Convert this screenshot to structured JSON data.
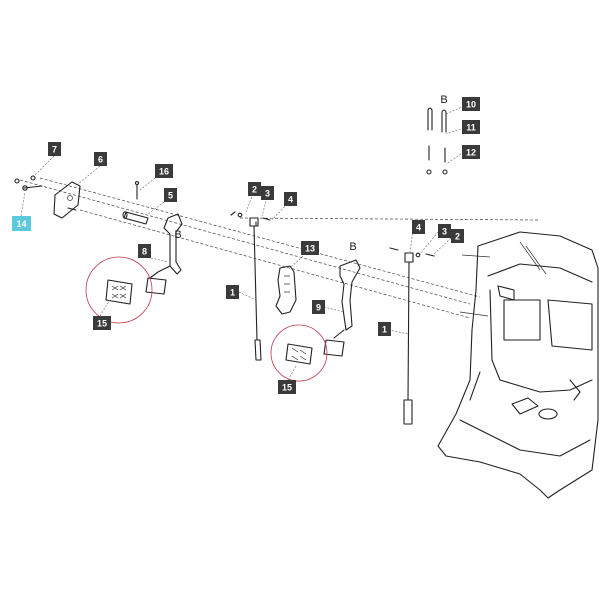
{
  "diagram": {
    "callouts": [
      {
        "id": "c7",
        "label": "7"
      },
      {
        "id": "c6",
        "label": "6"
      },
      {
        "id": "c16",
        "label": "16"
      },
      {
        "id": "c5",
        "label": "5"
      },
      {
        "id": "c14",
        "label": "14",
        "highlighted": true
      },
      {
        "id": "c8",
        "label": "8"
      },
      {
        "id": "c15a",
        "label": "15"
      },
      {
        "id": "c2a",
        "label": "2"
      },
      {
        "id": "c3a",
        "label": "3"
      },
      {
        "id": "c4a",
        "label": "4"
      },
      {
        "id": "c13",
        "label": "13"
      },
      {
        "id": "c1a",
        "label": "1"
      },
      {
        "id": "c9",
        "label": "9"
      },
      {
        "id": "c15b",
        "label": "15"
      },
      {
        "id": "c10",
        "label": "10"
      },
      {
        "id": "c11",
        "label": "11"
      },
      {
        "id": "c12",
        "label": "12"
      },
      {
        "id": "c4b",
        "label": "4"
      },
      {
        "id": "c3b",
        "label": "3"
      },
      {
        "id": "c2b",
        "label": "2"
      },
      {
        "id": "c1b",
        "label": "1"
      }
    ],
    "letters": [
      {
        "id": "lB1",
        "label": "B"
      },
      {
        "id": "lB2",
        "label": "B"
      },
      {
        "id": "lB3",
        "label": "B"
      }
    ],
    "colors": {
      "callout_bg": "#3a3a3a",
      "callout_highlight_bg": "#5bc8dc",
      "halo": "#c0394a",
      "line": "#222222"
    }
  }
}
